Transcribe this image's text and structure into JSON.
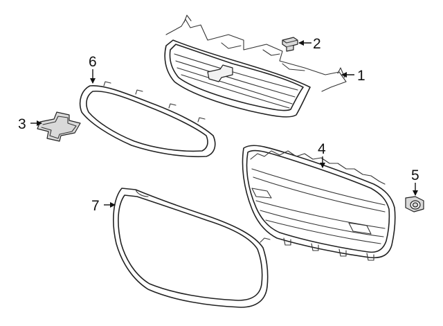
{
  "callouts": {
    "c1": "1",
    "c2": "2",
    "c3": "3",
    "c4": "4",
    "c5": "5",
    "c6": "6",
    "c7": "7"
  },
  "colors": {
    "line": "#222222",
    "fill": "#d9d9d9",
    "background": "#ffffff"
  }
}
